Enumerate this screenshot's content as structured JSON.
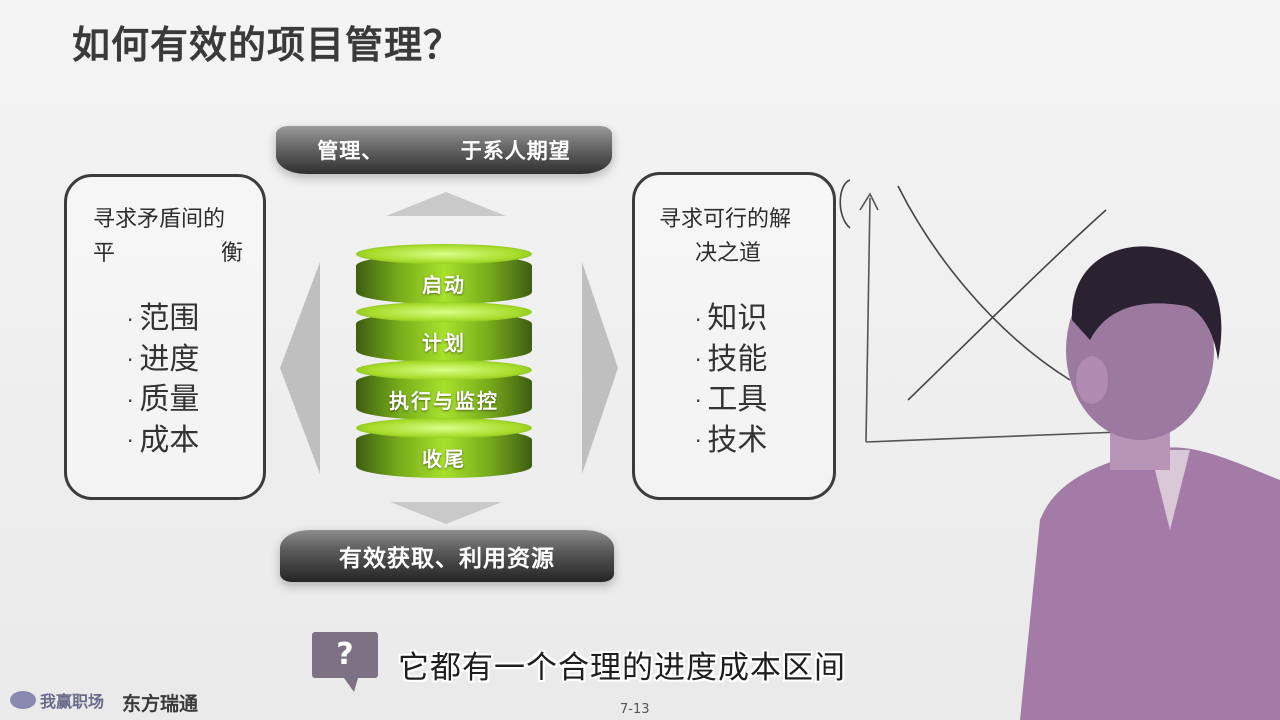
{
  "slide": {
    "title": "如何有效的项目管理？",
    "page_number": "7-13"
  },
  "left_box": {
    "heading_line1": "寻求矛盾间的",
    "heading_line2_a": "平",
    "heading_line2_b": "衡",
    "items": [
      "范围",
      "进度",
      "质量",
      "成本"
    ]
  },
  "right_box": {
    "heading_line1": "寻求可行的解",
    "heading_line2": "决之道",
    "items": [
      "知识",
      "技能",
      "工具",
      "技术"
    ]
  },
  "top_cap": {
    "label": "管理、　　　　于系人期望"
  },
  "bottom_cap": {
    "label": "有效获取、利用资源"
  },
  "stack_layers": [
    "启动",
    "计划",
    "执行与监控",
    "收尾"
  ],
  "caption": {
    "icon": "question-mark-icon",
    "text": "它都有一个合理的进度成本区间"
  },
  "footer": {
    "logo1": "我赢职场",
    "logo2": "东方瑞通"
  },
  "colors": {
    "layer_green": "#a8e02c",
    "cap_dark": "#2f2f2f",
    "qa_purple": "#7f7184"
  }
}
